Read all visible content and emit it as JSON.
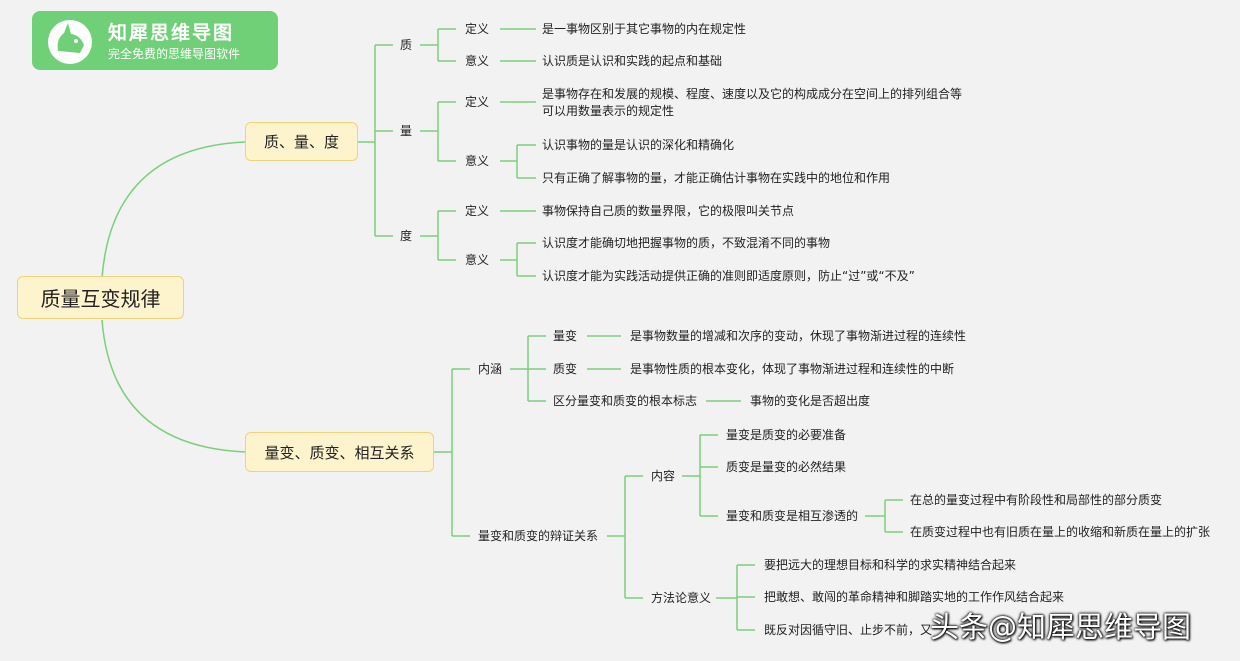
{
  "logo": {
    "title": "知犀思维导图",
    "subtitle": "完全免费的思维导图软件",
    "icon": "rhino-icon",
    "color": "#70d078"
  },
  "watermark": "头条@知犀思维导图",
  "colors": {
    "line": "#7ccf7c",
    "box_fill": "#fdf3cc",
    "box_border": "#f0d27a"
  },
  "root": "质量互变规律",
  "branch1": {
    "title": "质、量、度",
    "zhi": {
      "label": "质",
      "def_label": "定义",
      "def": "是一事物区别于其它事物的内在规定性",
      "sig_label": "意义",
      "sig": "认识质是认识和实践的起点和基础"
    },
    "liang": {
      "label": "量",
      "def_label": "定义",
      "def1": "是事物存在和发展的规模、程度、速度以及它的构成成分在空间上的排列组合等",
      "def2": "可以用数量表示的规定性",
      "sig_label": "意义",
      "sig1": "认识事物的量是认识的深化和精确化",
      "sig2": "只有正确了解事物的量，才能正确估计事物在实践中的地位和作用"
    },
    "du": {
      "label": "度",
      "def_label": "定义",
      "def": "事物保持自己质的数量界限，它的极限叫关节点",
      "sig_label": "意义",
      "sig1": "认识度才能确切地把握事物的质，不致混淆不同的事物",
      "sig2": "认识度才能为实践活动提供正确的准则即适度原则，防止“过”或“不及”"
    }
  },
  "branch2": {
    "title": "量变、质变、相互关系",
    "neihan": {
      "label": "内涵",
      "lb_label": "量变",
      "lb": "是事物数量的增减和次序的变动，休现了事物渐进过程的连续性",
      "zb_label": "质变",
      "zb": "是事物性质的根本变化，体现了事物渐进过程和连续性的中断",
      "qf_label": "区分量变和质变的根本标志",
      "qf": "事物的变化是否超出度"
    },
    "bianzheng": {
      "label": "量变和质变的辩证关系",
      "neirong": {
        "label": "内容",
        "i1": "量变是质变的必要准备",
        "i2": "质变是量变的必然结果",
        "i3": "量变和质变是相互渗透的",
        "i3a": "在总的量变过程中有阶段性和局部性的部分质变",
        "i3b": "在质变过程中也有旧质在量上的收缩和新质在量上的扩张"
      },
      "fangfa": {
        "label": "方法论意义",
        "i1": "要把远大的理想目标和科学的求实精神结合起来",
        "i2": "把敢想、敢闯的革命精神和脚踏实地的工作作风结合起来",
        "i3": "既反对因循守旧、止步不前，又"
      }
    }
  }
}
